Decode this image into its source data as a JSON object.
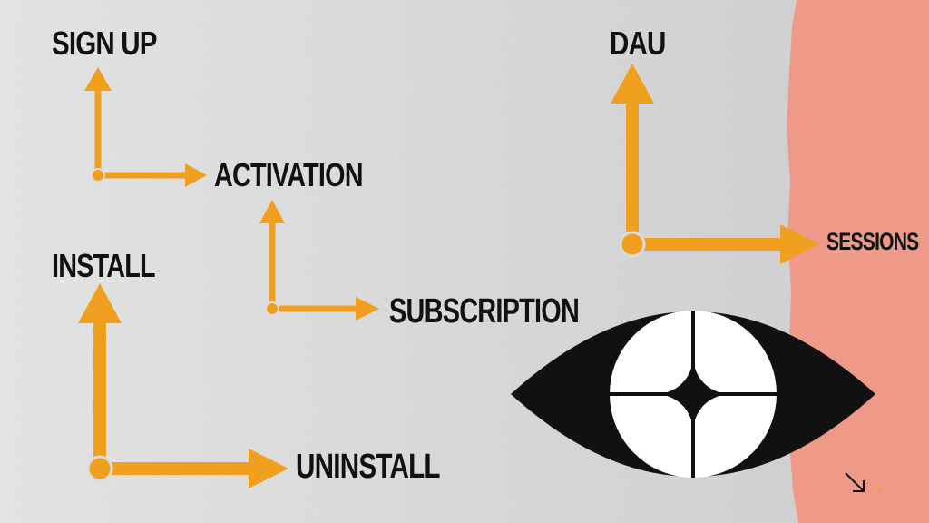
{
  "labels": {
    "sign_up": "SIGN UP",
    "activation": "ACTIVATION",
    "install": "INSTALL",
    "subscription": "SUBSCRIPTION",
    "uninstall": "UNINSTALL",
    "dau": "DAU",
    "sessions": "SESSIONS"
  },
  "icons": {
    "eye": "eye-icon",
    "corner_arrow": "arrow-down-right-icon"
  },
  "colors": {
    "background": "#dcdcdc",
    "side_panel": "#ef9a88",
    "arrow": "#f0a01e",
    "text": "#111111",
    "eye": "#111111"
  }
}
